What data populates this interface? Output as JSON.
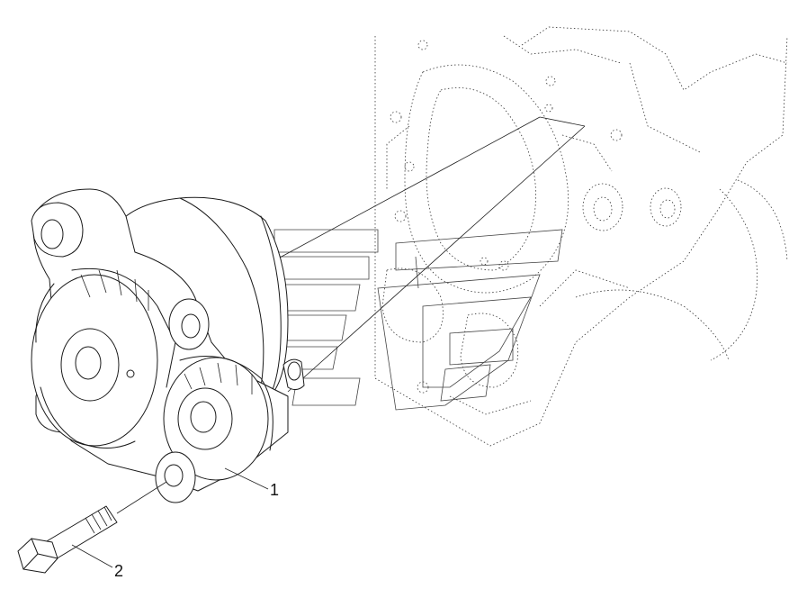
{
  "callouts": [
    {
      "label": "1",
      "part": "oil-pump"
    },
    {
      "label": "2",
      "part": "bolt"
    }
  ]
}
